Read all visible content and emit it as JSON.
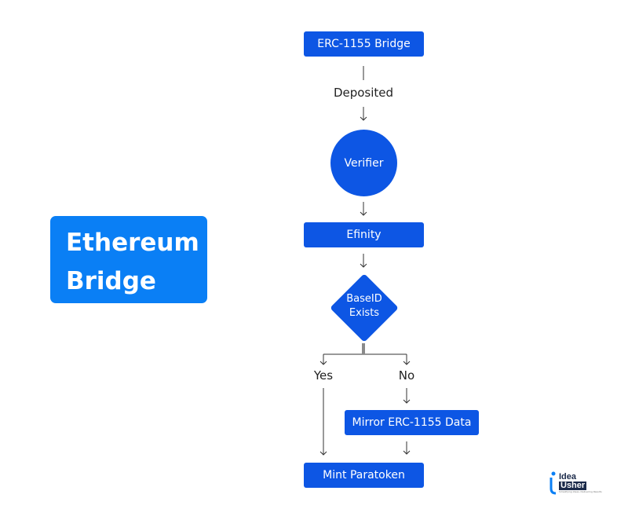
{
  "title": {
    "line1": "Ethereum",
    "line2": "Bridge"
  },
  "nodes": {
    "erc_bridge": "ERC-1155 Bridge",
    "verifier": "Verifier",
    "efinity": "Efinity",
    "decision_line1": "BaseID",
    "decision_line2": "Exists",
    "mirror": "Mirror ERC-1155 Data",
    "mint": "Mint Paratoken"
  },
  "edges": {
    "deposited": "Deposited",
    "yes": "Yes",
    "no": "No"
  },
  "logo": {
    "word1": "Idea",
    "word2": "Usher",
    "tagline": "Simplifying Ideas, Delivering Results"
  },
  "colors": {
    "title_bg": "#0a7ff5",
    "node_bg": "#0d56e4",
    "line": "#333333",
    "logo_accent": "#0a7ff5"
  }
}
